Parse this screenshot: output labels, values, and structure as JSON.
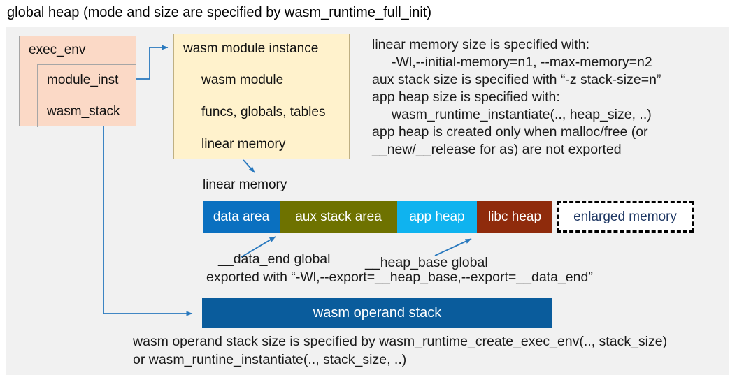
{
  "title": "global heap (mode and size are specified by wasm_runtime_full_init)",
  "exec_env": {
    "header": "exec_env",
    "fields": [
      "module_inst",
      "wasm_stack"
    ]
  },
  "module_instance": {
    "header": "wasm module instance",
    "fields": [
      "wasm module",
      "funcs, globals, tables",
      "linear memory"
    ]
  },
  "notes_right": {
    "lines": [
      "linear memory size is specified with:",
      "-Wl,--initial-memory=n1, --max-memory=n2",
      "aux stack size is specified with “-z stack-size=n”",
      "app heap size is specified with:",
      "wasm_runtime_instantiate(.., heap_size, ..)",
      "app heap is created only when malloc/free (or",
      "__new/__release for as) are not exported"
    ]
  },
  "linear_memory": {
    "label": "linear memory",
    "segments": [
      {
        "label": "data area",
        "color": "#0a70c0",
        "text_color": "#ffffff"
      },
      {
        "label": "aux stack area",
        "color": "#6e7200",
        "text_color": "#ffffff"
      },
      {
        "label": "app heap",
        "color": "#0fb3ef",
        "text_color": "#ffffff"
      },
      {
        "label": "libc heap",
        "color": "#8f2b0c",
        "text_color": "#ffffff"
      },
      {
        "label": "enlarged memory",
        "color": "#ffffff",
        "text_color": "#1f3864"
      }
    ],
    "data_end_label": "__data_end global",
    "heap_base_label": "__heap_base global",
    "export_note": "exported with “-Wl,--export=__heap_base,--export=__data_end”"
  },
  "operand_stack": {
    "label": "wasm operand stack",
    "color": "#0a5c9c",
    "notes": [
      "wasm operand stack size is specified by wasm_runtime_create_exec_env(.., stack_size)",
      "or wasm_runtine_instantiate(.., stack_size, ..)"
    ]
  },
  "colors": {
    "panel_bg": "#f1f1f1",
    "exec_env_fill": "#fbd9c6",
    "module_instance_fill": "#fff2cc",
    "module_instance_border": "#bfb083",
    "arrow_blue": "#2878be",
    "enlarged_border": "#000000"
  }
}
